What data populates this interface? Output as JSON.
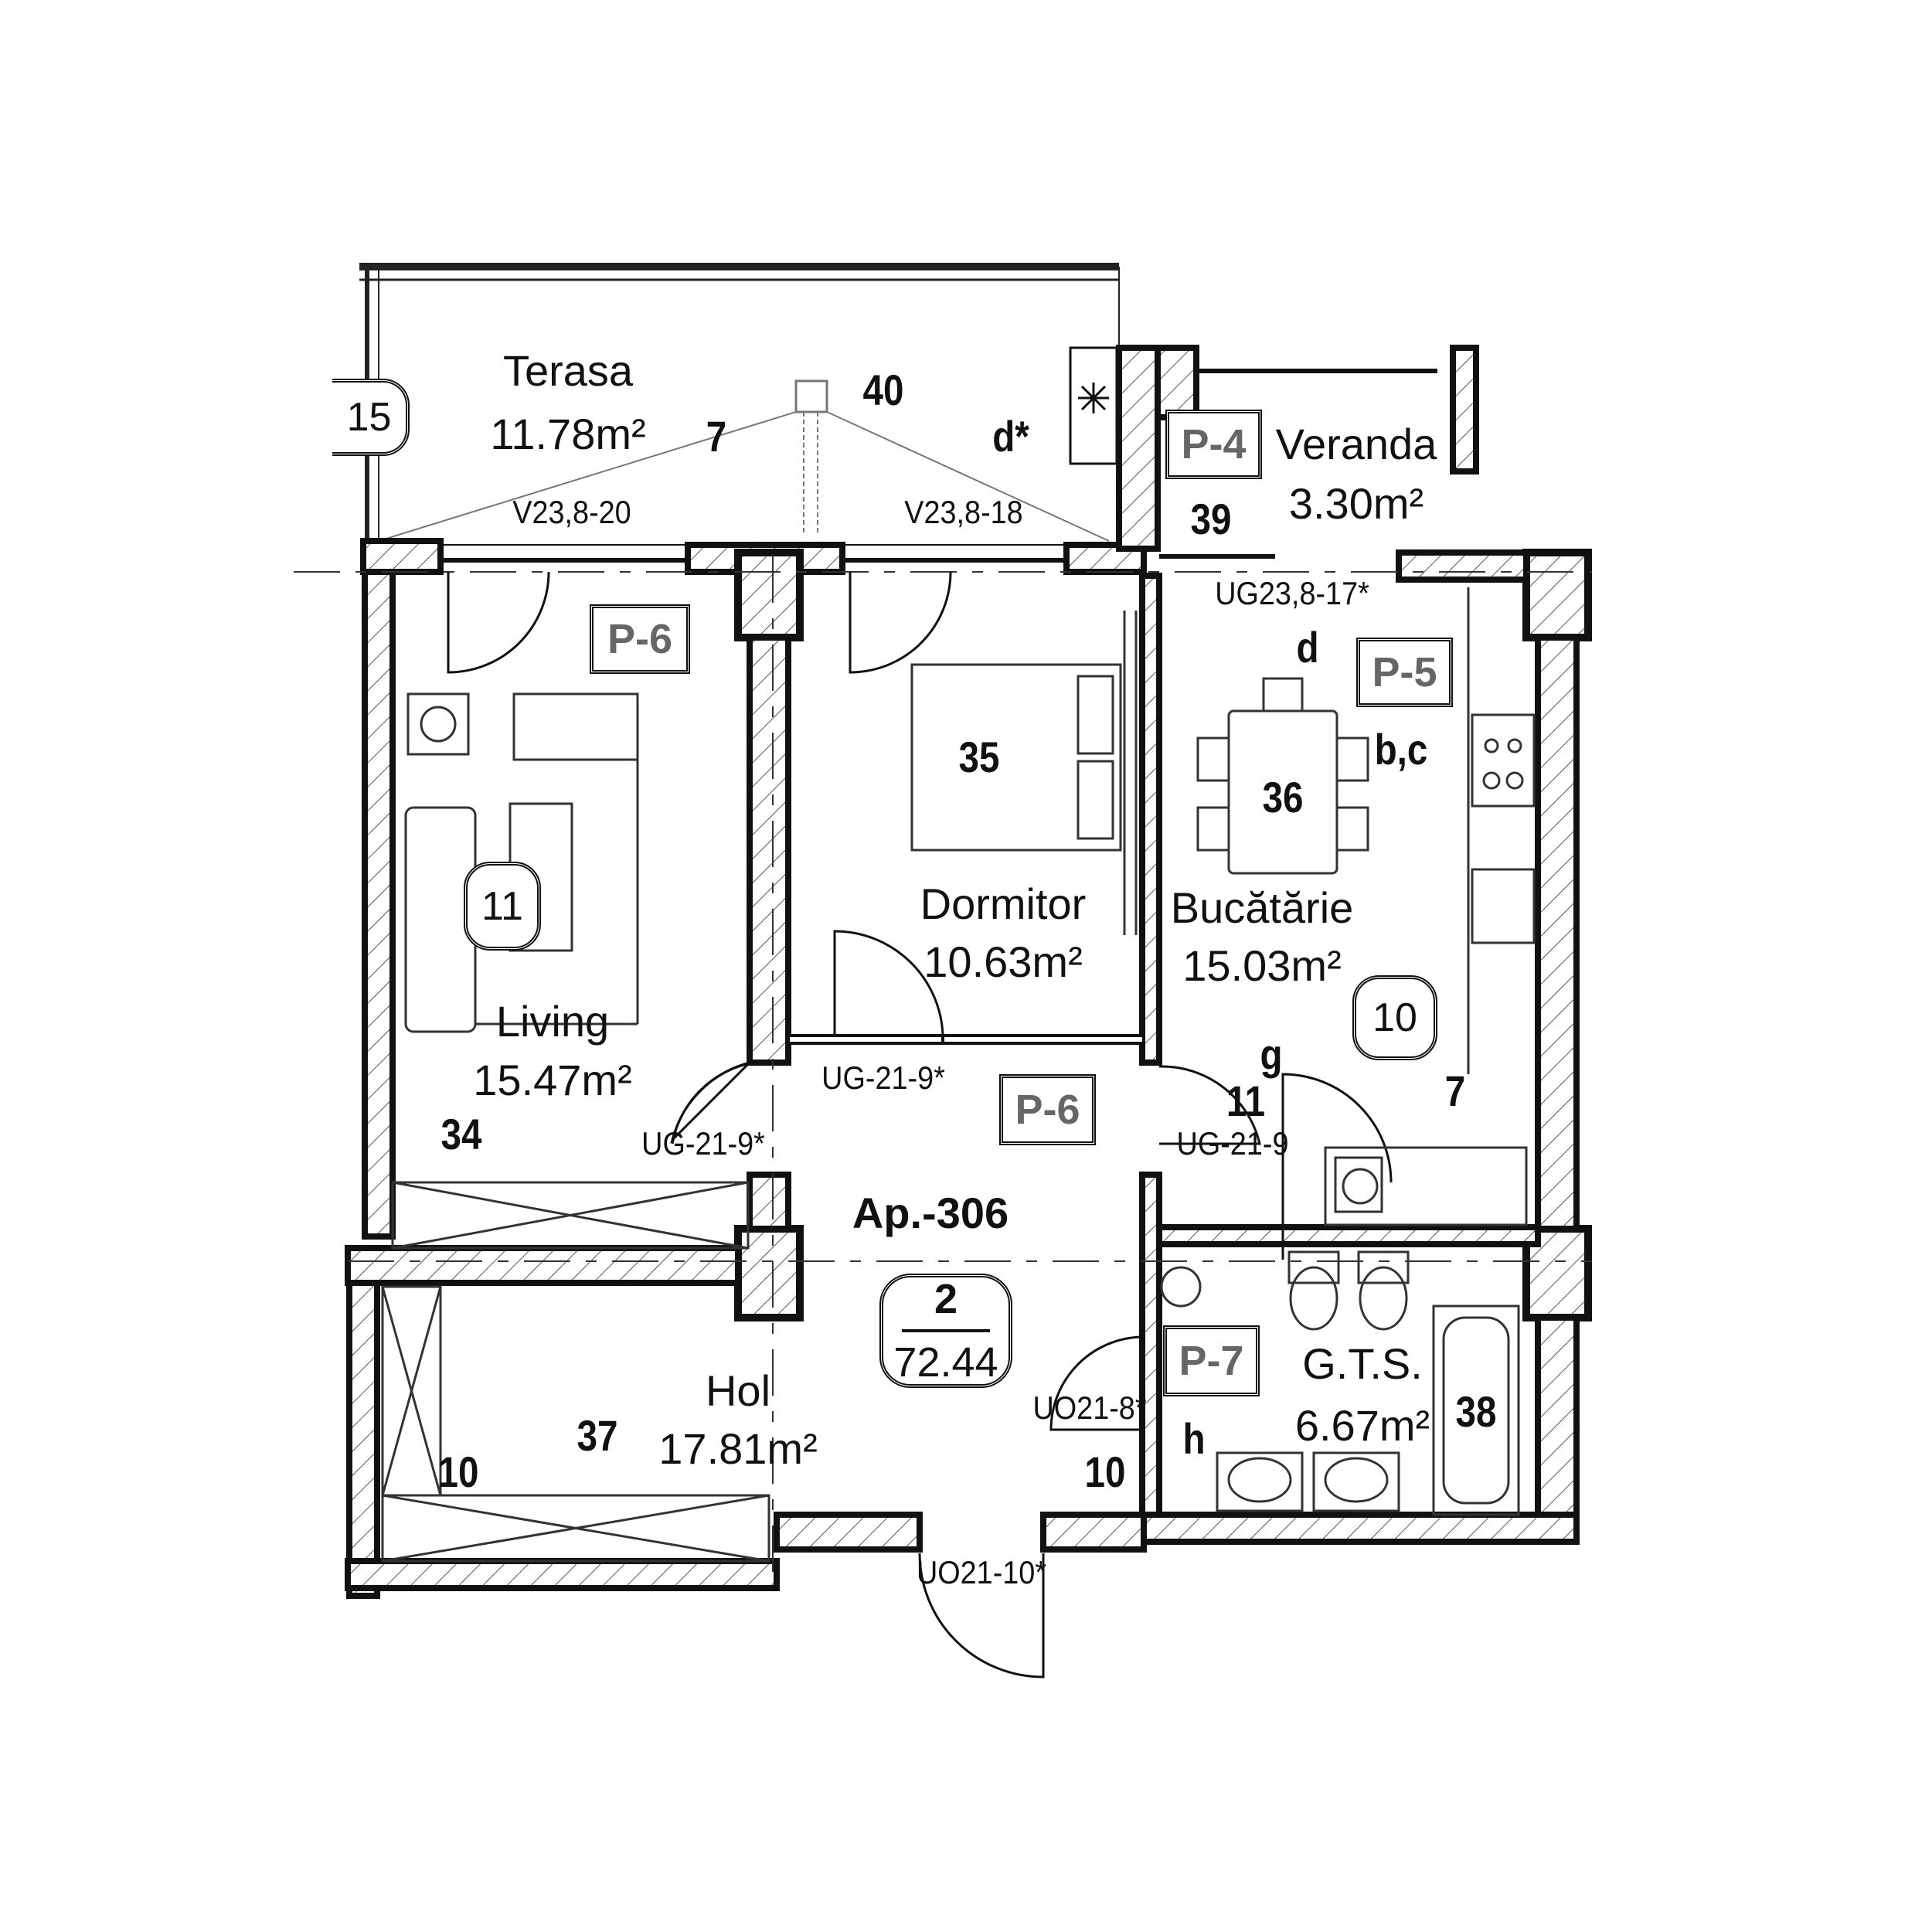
{
  "plan": {
    "apartment_code": "Ap.-306",
    "apartment_badge": {
      "rooms": "2",
      "total_area": "72.44"
    }
  },
  "rooms": {
    "terasa": {
      "name": "Terasa",
      "area": "11.78m²",
      "number": "40"
    },
    "veranda": {
      "name": "Veranda",
      "area": "3.30m²",
      "number": "39"
    },
    "living": {
      "name": "Living",
      "area": "15.47m²",
      "number": "34"
    },
    "dormitor": {
      "name": "Dormitor",
      "area": "10.63m²",
      "number": "35"
    },
    "bucatarie": {
      "name": "Bucătărie",
      "area": "15.03m²",
      "number": "36"
    },
    "hol": {
      "name": "Hol",
      "area": "17.81m²",
      "number": "37"
    },
    "gts": {
      "name": "G.T.S.",
      "area": "6.67m²",
      "number": "38"
    }
  },
  "finish_tags": [
    "P-4",
    "P-5",
    "P-6",
    "P-6",
    "P-7"
  ],
  "reference_tags": {
    "left_terasa": "15",
    "living": "11",
    "kitchen": "10"
  },
  "opening_codes": [
    "V23,8-20",
    "V23,8-18",
    "UG23,8-17*",
    "UG-21-9*",
    "UG-21-9*",
    "UG-21-9",
    "UO21-8*",
    "UO21-10*"
  ],
  "callouts": {
    "d_star": "d*",
    "d": "d",
    "bc": "b,c",
    "g": "g",
    "h": "h",
    "n7_terasa": "7",
    "n7_kitchen": "7",
    "n11_kitchen": "11",
    "n10_hol": "10",
    "n10_gts": "10"
  }
}
